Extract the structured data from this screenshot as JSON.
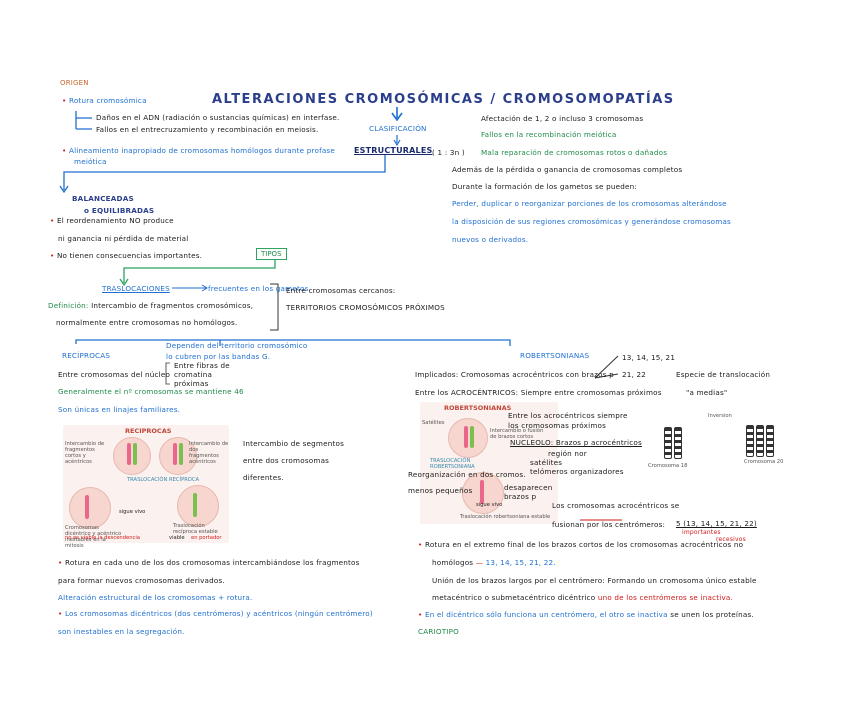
{
  "title": "ALTERACIONES CROMOSÓMICAS / CROMOSOMOPATÍAS",
  "origen": {
    "label": "ORIGEN",
    "item1": "Rotura cromosómica",
    "sub1": "Daños en el ADN (radiación o sustancias químicas) en interfase.",
    "sub2": "Fallos en el entrecruzamiento y recombinación en meiosis.",
    "item2a": "Alineamiento inapropiado de cromosomas homólogos durante profase",
    "item2b": "meiótica"
  },
  "clasificacion": {
    "label": "CLASIFICACIÓN",
    "estructurales": "ESTRUCTURALES",
    "freq": "( 1 : 3n )",
    "r1": "Afectación de 1, 2 o incluso 3 cromosomas",
    "r2": "Fallos en la recombinación meiótica",
    "r3": "Mala reparación de cromosomas rotos o dañados",
    "r4": "Además de la pérdida o ganancia de cromosomas completos",
    "r5": "Durante la formación de los gametos se pueden:",
    "r6": "Perder, duplicar o reorganizar porciones de los cromosomas alterándose",
    "r7": "la disposición de sus regiones cromosómicas y generándose cromosomas",
    "r8": "nuevos o derivados."
  },
  "balanceadas": {
    "label1": "BALANCEADAS",
    "label2": "o EQUILIBRADAS",
    "l1": "El reordenamiento NO produce",
    "l2": "ni ganancia ni pérdida de material",
    "l3": "No tienen consecuencias importantes."
  },
  "tipos": "TIPOS",
  "traslocaciones": {
    "label": "TRASLOCACIONES",
    "tail": "frecuentes en los gametos.",
    "def_label": "Definición:",
    "def": "Intercambio de fragmentos cromosómicos,",
    "def2": "normalmente entre cromosomas no homólogos.",
    "side1": "Entre cromosomas cercanos:",
    "side2": "TERRITORIOS CROMOSÓMICOS PRÓXIMOS",
    "dep1": "Dependen del territorio cromosómico",
    "dep2": "lo cubren por las bandas G."
  },
  "reciprocas": {
    "label": "RECÍPROCAS",
    "l1": "Entre cromosomas del núcleo",
    "n1": "Entre fibras de",
    "n2": "cromatina",
    "n3": "próximas",
    "l2": "Generalmente el nº cromosomas se mantiene 46",
    "l3": "Son únicas en linajes familiares.",
    "panel_title": "RECIPROCAS",
    "desc1": "Intercambio de segmentos",
    "desc2": "entre dos cromosomas",
    "desc3": "diferentes.",
    "fig1": "Intercambio de fragmentos cortos y acéntricos",
    "fig2": "Intercambio de dos fragmentos acéntricos",
    "fig3": "TRASLOCACIÓN RECÍPROCA",
    "fig4": "Cromosomas dicéntrico y acéntrico inestables en la mitosis",
    "fig5": "Traslocación recíproca estable",
    "hand1": "sigue vivo",
    "hand2": "no es viable la descendencia",
    "hand3": "viable",
    "hand4": "en portador"
  },
  "rotura": {
    "l1": "Rotura en cada uno de los dos cromosomas intercambiándose los fragmentos",
    "l2": "para formar nuevos cromosomas derivados.",
    "l3": "Alteración estructural de los cromosomas + rotura.",
    "l4": "Los cromosomas dicéntricos (dos centrómeros) y acéntricos (ningún centrómero)",
    "l5": "son inestables en la segregación."
  },
  "robertsonianas": {
    "label": "ROBERTSONIANAS",
    "l1": "Implicados: Cromosomas acrocéntricos con brazos p",
    "arrow1": "13, 14, 15, 21",
    "arrow2": "21, 22",
    "note1": "Especie de translocación",
    "note2": "\"a medias\"",
    "l2": "Entre los ACROCÉNTRICOS: Siempre entre cromosomas próximos",
    "panel_title": "ROBERTSONIANAS",
    "p1": "Entre los acrocéntricos siempre",
    "p2": "los cromosomas próximos",
    "p3": "NUCLEOLO: Brazos p acrocéntricos",
    "p4": "región nor",
    "p5": "satélites",
    "p6": "telómeros organizadores",
    "p7": "desaparecen",
    "p8": "brazos p",
    "p9": "Reorganización en dos cromos.",
    "p10": "menos pequeños",
    "p11": "Los cromosomas acrocéntricos se",
    "p12": "fusionan por los centrómeros:",
    "p13": "5 (13, 14, 15, 21, 22)",
    "p14": "importantes",
    "p15": "recesivos",
    "p16": "Inversion",
    "p17": "Cromosoma 18",
    "p18": "Cromosoma 20",
    "f1": "Satélites",
    "f2": "Intercambio o fusión de brazos cortos",
    "f3": "TRASLOCACIÓN ROBERTSONIANA",
    "f4": "Traslocación robertsoniana estable",
    "f5": "sigue vivo",
    "b1": "Rotura en el extremo final de los brazos cortos de los cromosomas acrocéntricos no",
    "b2": "homólogos",
    "b3": "13, 14, 15, 21, 22.",
    "b4": "Unión de los brazos largos por el centrómero: Formando un cromosoma único estable",
    "b5": "metacéntrico o submetacéntrico dicéntrico",
    "b6": "uno de los centrómeros se inactiva.",
    "b7": "En el dicéntrico sólo funciona un centrómero, el otro se inactiva",
    "b8": "se unen los proteínas.",
    "cariotipo": "CARIOTIPO"
  }
}
